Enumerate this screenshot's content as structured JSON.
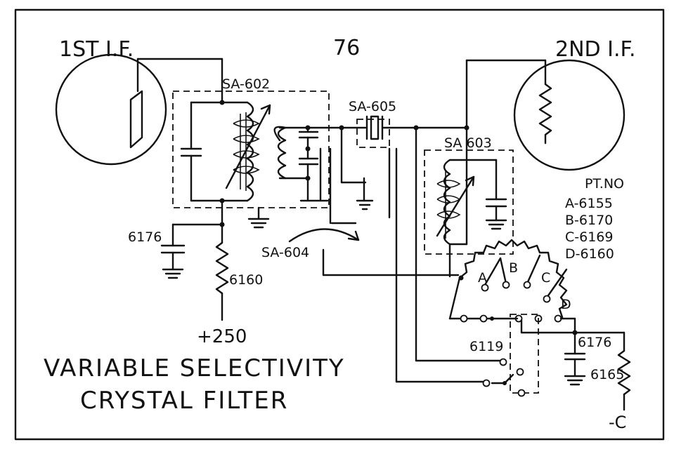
{
  "page_number": "76",
  "title_line1": "VARIABLE SELECTIVITY",
  "title_line2": "CRYSTAL FILTER",
  "stage1_label": "1ST I.F.",
  "stage2_label": "2ND I.F.",
  "transformer1_label": "SA-602",
  "crystal_label": "SA-605",
  "transformer2_label": "SA 603",
  "switch_label": "SA-604",
  "capacitor1_label": "6176",
  "resistor1_label": "6160",
  "supply_label": "+250",
  "switch2_label": "6119",
  "capacitor2_label": "6176",
  "resistor2_label": "6165",
  "bias_label": "-C",
  "parts_header": "PT.NO",
  "parts_list": [
    "A-6155",
    "B-6170",
    "C-6169",
    "D-6160"
  ],
  "switch_positions": [
    "A",
    "B",
    "C",
    "D"
  ]
}
